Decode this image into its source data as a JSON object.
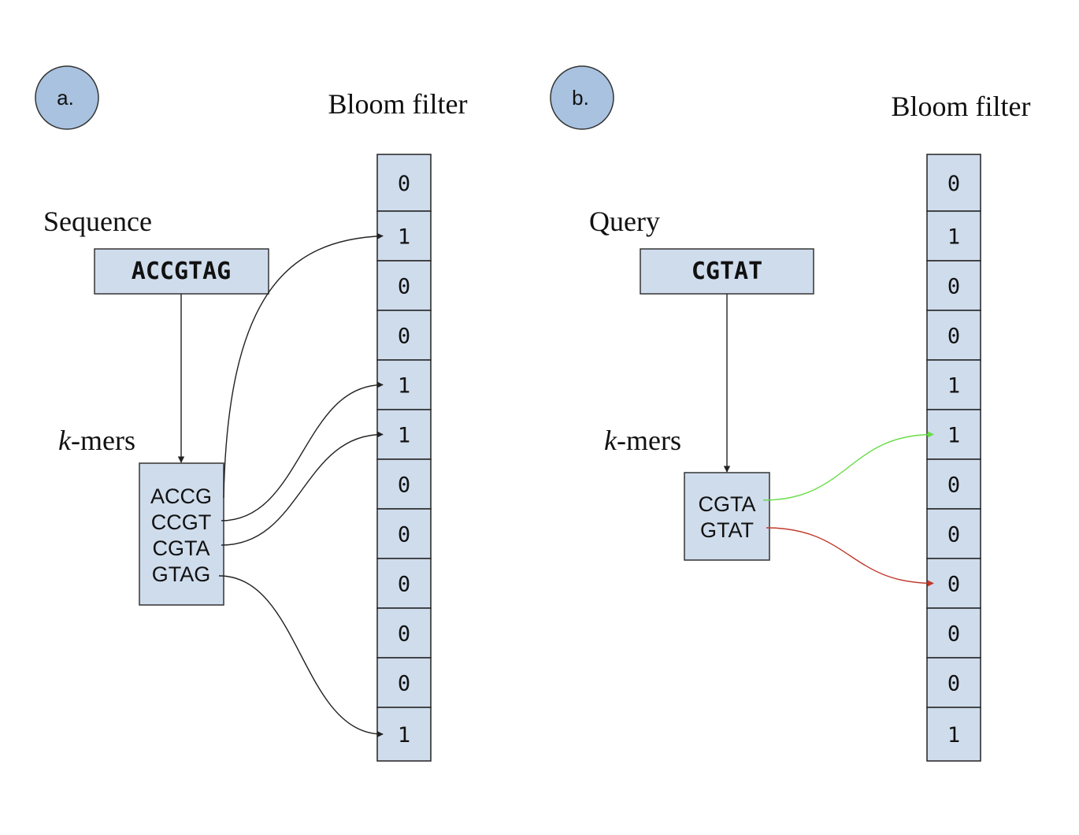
{
  "panel_a": {
    "badge": "a.",
    "filter_title": "Bloom filter",
    "input_label": "Sequence",
    "input_value": "ACCGTAG",
    "kmers_label_italic": "k",
    "kmers_label_rest": "-mers",
    "kmers": [
      "ACCG",
      "CCGT",
      "CGTA",
      "GTAG"
    ],
    "bits": [
      "0",
      "1",
      "0",
      "0",
      "1",
      "1",
      "0",
      "0",
      "0",
      "0",
      "0",
      "1"
    ],
    "mappings": [
      {
        "kmer": 0,
        "bit": 1
      },
      {
        "kmer": 1,
        "bit": 4
      },
      {
        "kmer": 2,
        "bit": 5
      },
      {
        "kmer": 3,
        "bit": 11
      }
    ]
  },
  "panel_b": {
    "badge": "b.",
    "filter_title": "Bloom filter",
    "input_label": "Query",
    "input_value": "CGTAT",
    "kmers_label_italic": "k",
    "kmers_label_rest": "-mers",
    "kmers": [
      "CGTA",
      "GTAT"
    ],
    "bits": [
      "0",
      "1",
      "0",
      "0",
      "1",
      "1",
      "0",
      "0",
      "0",
      "0",
      "0",
      "1"
    ],
    "mappings": [
      {
        "kmer": 0,
        "bit": 5,
        "color": "#66dd44"
      },
      {
        "kmer": 1,
        "bit": 8,
        "color": "#c0392b"
      }
    ]
  },
  "colors": {
    "cell_fill": "#cfdcec",
    "badge_fill": "#a8c2e0",
    "link_default": "#222222",
    "match": "#66dd44",
    "miss": "#c0392b"
  }
}
